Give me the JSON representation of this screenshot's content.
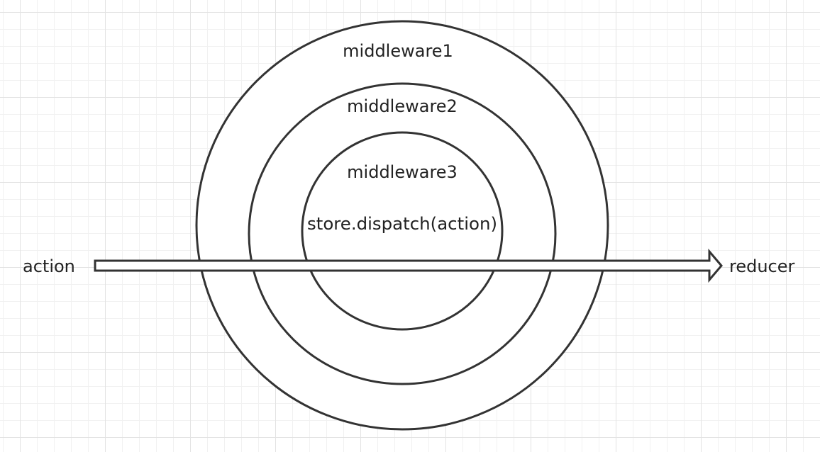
{
  "diagram": {
    "layers": [
      {
        "label": "middleware1"
      },
      {
        "label": "middleware2"
      },
      {
        "label": "middleware3"
      }
    ],
    "core_label": "store.dispatch(action)",
    "flow": {
      "from_label": "action",
      "to_label": "reducer"
    },
    "colors": {
      "stroke": "#333333",
      "fill": "#ffffff",
      "grid": "#e3e3e3"
    }
  }
}
